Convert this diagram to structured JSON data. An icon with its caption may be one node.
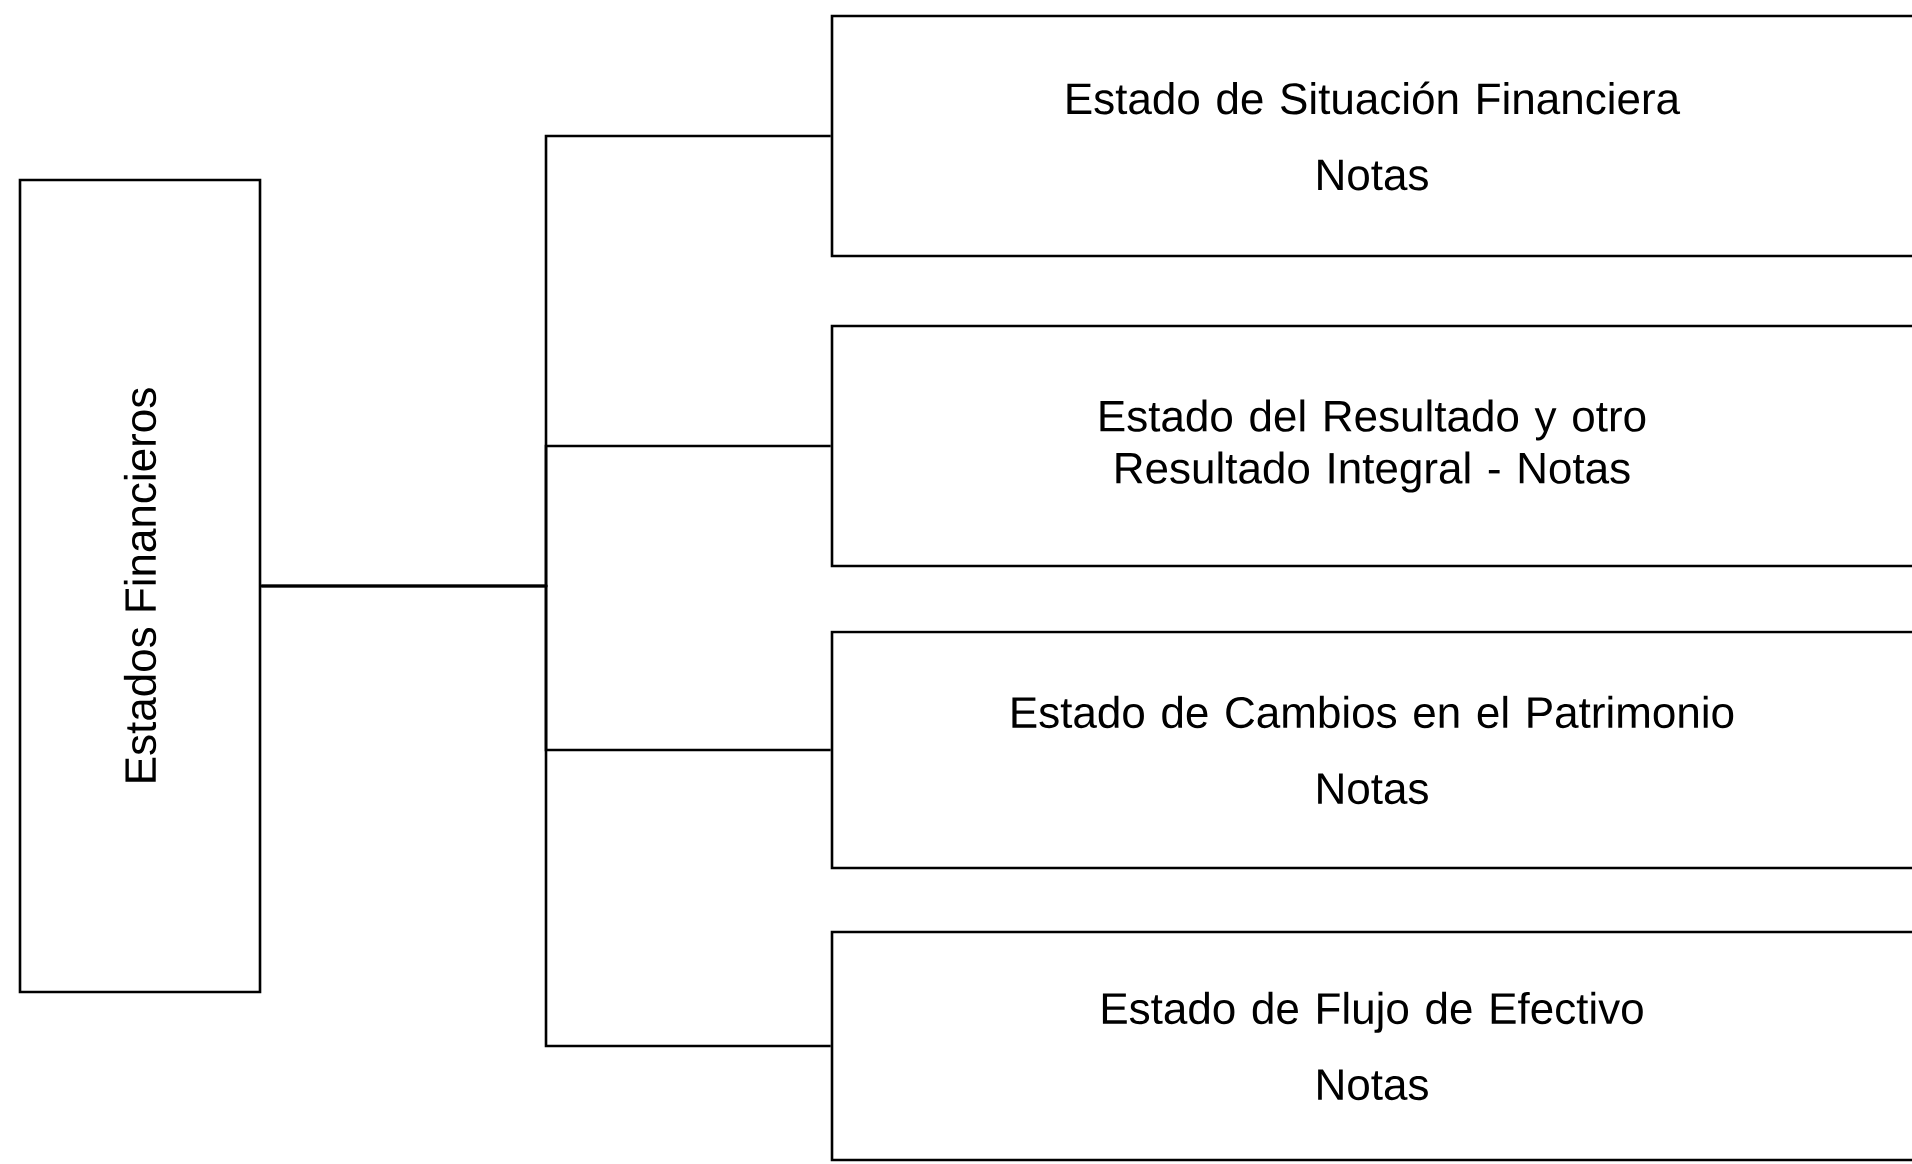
{
  "diagram": {
    "nodes": [
      {
        "text": [
          "Estados Financieros"
        ]
      },
      {
        "text": [
          "Estado de Situación Financiera",
          "Notas"
        ]
      },
      {
        "text": [
          "Estado del Resultado y otro Resultado Integral - Notas"
        ]
      },
      {
        "text": [
          "Estado de Cambios en el Patrimonio",
          "Notas"
        ]
      },
      {
        "text": [
          "Estado de Flujo de Efectivo",
          "Notas"
        ]
      }
    ],
    "edges": [
      {
        "from": 0,
        "to": 1,
        "arrow": "none"
      },
      {
        "from": 0,
        "to": 2,
        "arrow": "none"
      },
      {
        "from": 0,
        "to": 3,
        "arrow": "none"
      },
      {
        "from": 0,
        "to": 4,
        "arrow": "none"
      }
    ]
  }
}
